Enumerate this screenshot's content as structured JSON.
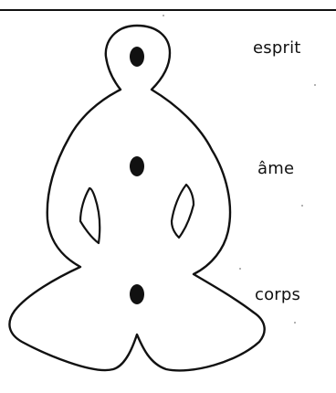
{
  "labels": {
    "esprit": "esprit",
    "ame": "âme",
    "corps": "corps"
  },
  "colors": {
    "ink": "#111111",
    "background": "#ffffff"
  }
}
